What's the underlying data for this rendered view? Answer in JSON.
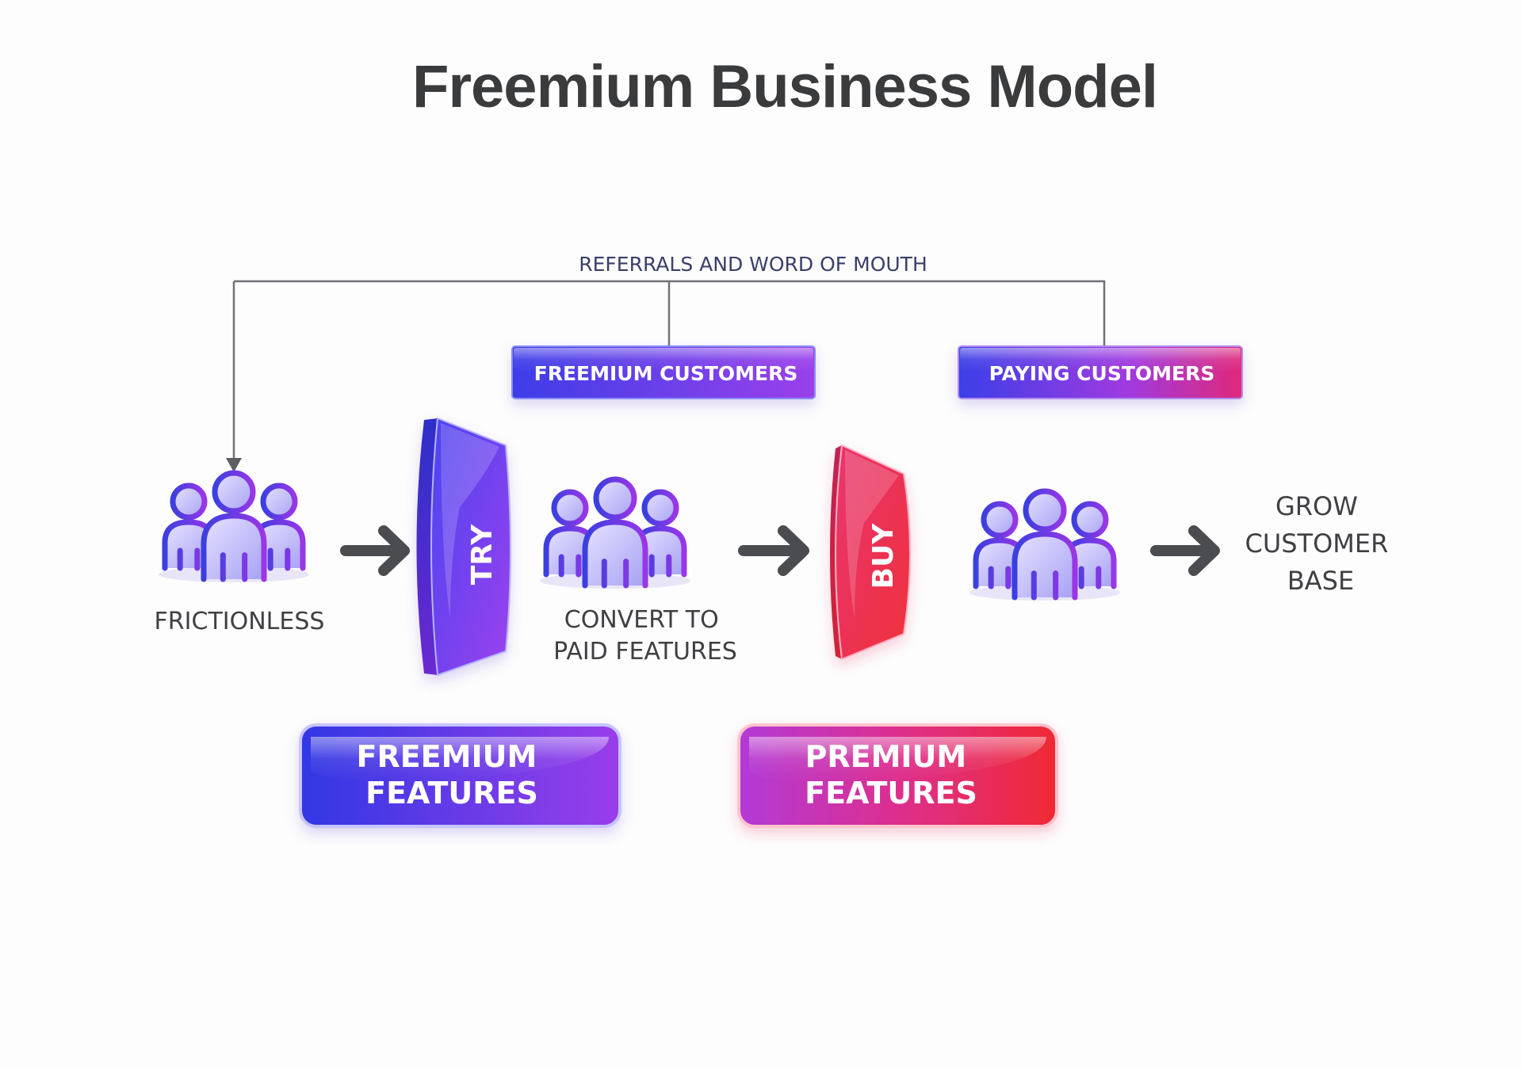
{
  "title": "Freemium Business Model",
  "referrals_label": "REFERRALS AND WORD OF MOUTH",
  "freemium_customers_label": "FREEMIUM CUSTOMERS",
  "paying_customers_label": "PAYING CUSTOMERS",
  "try_label": "TRY",
  "buy_label": "BUY",
  "frictionless_label": "FRICTIONLESS",
  "convert_label": [
    "CONVERT TO",
    "PAID FEATURES"
  ],
  "grow_label": [
    "GROW",
    "CUSTOMER",
    "BASE"
  ],
  "freemium_features_label": [
    "FREEMIUM",
    "FEATURES"
  ],
  "premium_features_label": [
    "PREMIUM",
    "FEATURES"
  ],
  "colors": {
    "title": "#3a3b3d",
    "blue": "#3f3fe6",
    "purple": "#9a3fe8",
    "magenta": "#d52aa6",
    "red": "#ef2b3a",
    "arrow": "#4a4c50",
    "line": "#707276"
  }
}
